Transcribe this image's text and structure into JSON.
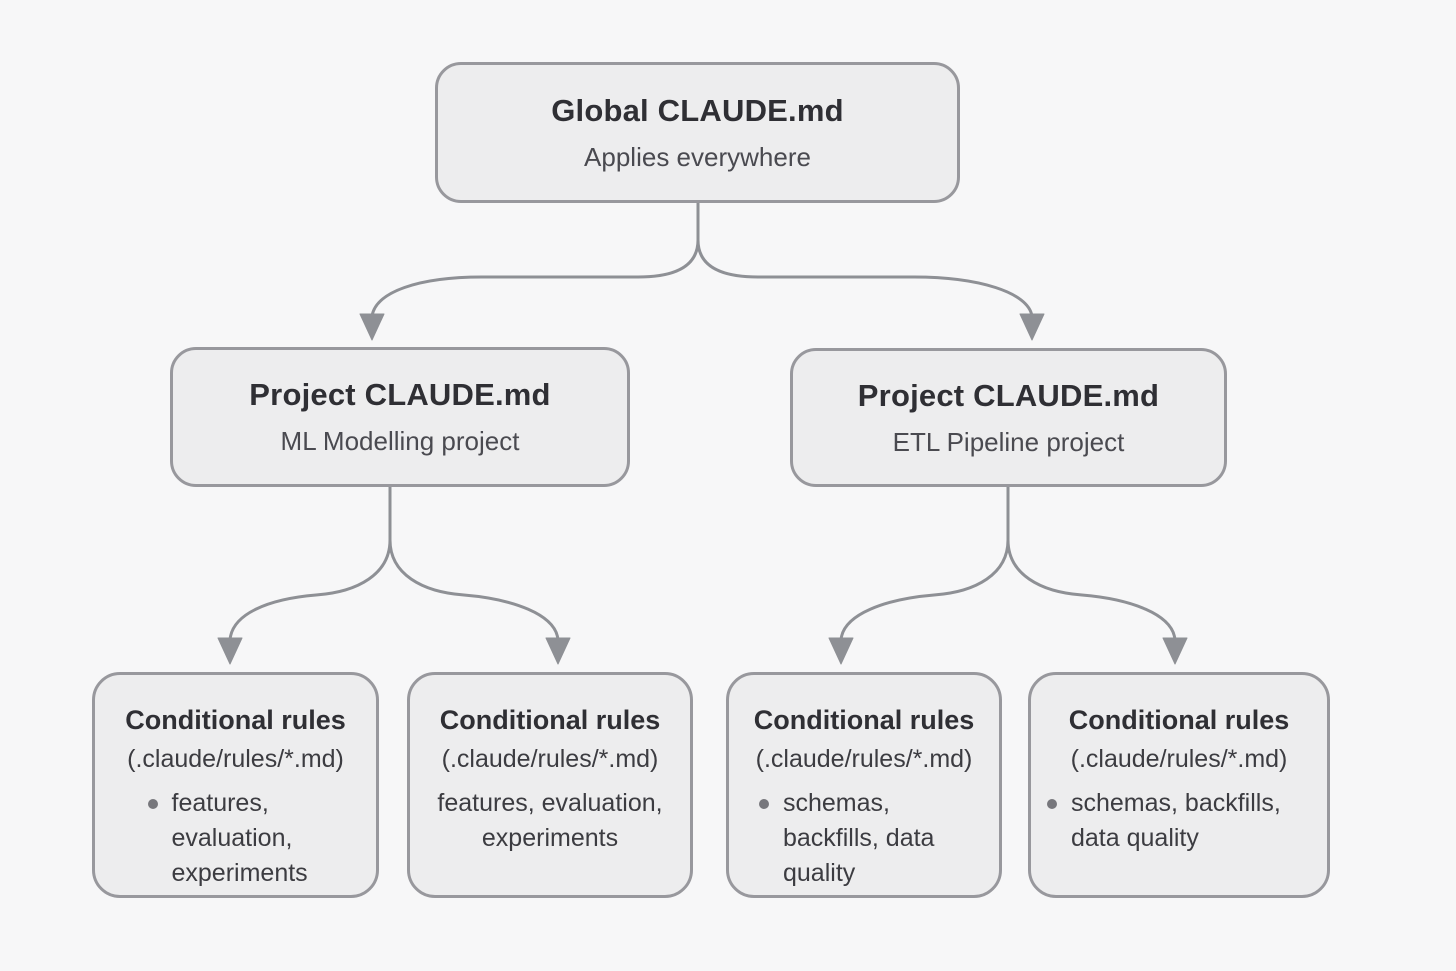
{
  "colors": {
    "background": "#f7f7f8",
    "box_fill": "#ededee",
    "box_border": "#98989d",
    "title_text": "#2f2f34",
    "body_text": "#3c3c41",
    "subtitle_text": "#4a4a50",
    "arrow": "#8e9095"
  },
  "tree": {
    "root": {
      "title": "Global CLAUDE.md",
      "subtitle": "Applies everywhere"
    },
    "projects": [
      {
        "title": "Project CLAUDE.md",
        "subtitle": "ML Modelling project"
      },
      {
        "title": "Project CLAUDE.md",
        "subtitle": "ETL Pipeline project"
      }
    ],
    "rules": [
      {
        "title": "Conditional rules",
        "path": "(.claude/rules/*.md)",
        "items": "features, evaluation, experiments",
        "bulleted": "true"
      },
      {
        "title": "Conditional rules",
        "path": "(.claude/rules/*.md)",
        "items": "features, evaluation, experiments",
        "bulleted": "false"
      },
      {
        "title": "Conditional rules",
        "path": "(.claude/rules/*.md)",
        "items": "schemas, backfills, data quality",
        "bulleted": "true"
      },
      {
        "title": "Conditional rules",
        "path": "(.claude/rules/*.md)",
        "items": "schemas, backfills, data quality",
        "bulleted": "true"
      }
    ]
  }
}
